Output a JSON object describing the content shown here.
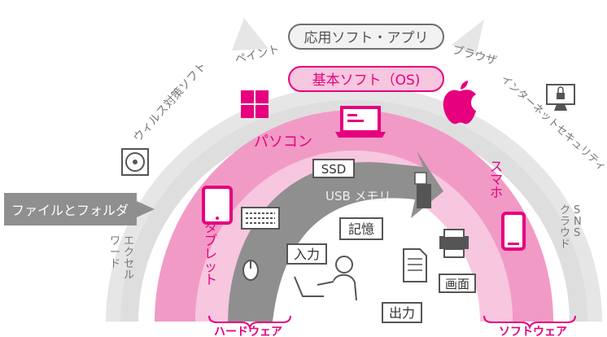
{
  "layers": {
    "application": {
      "title": "応用ソフト・アプリ",
      "examples": {
        "paint": "ペイント",
        "antivirus": "ウィルス対策ソフト",
        "browser": "ブラウザ",
        "internet_security": "インターネットセキュリティ",
        "sns": "SNS",
        "cloud": "クラウド",
        "excel": "エクセル",
        "word": "ワード"
      }
    },
    "os": {
      "title": "基本ソフト（OS)",
      "examples": {
        "pc": "パソコン",
        "tablet": "タブレット",
        "smartphone": "スマホ"
      }
    },
    "hardware": {
      "storage": {
        "ssd": "SSD",
        "usb": "USB メモリ"
      },
      "functions": {
        "memory": "記憶",
        "input": "入力",
        "output": "出力",
        "screen": "画面"
      }
    }
  },
  "callout": {
    "files_and_folders": "ファイルとフォルダ"
  },
  "footer": {
    "hardware_label": "ハードウェア",
    "software_label": "ソフトウェア"
  },
  "colors": {
    "outer_ring": "#e8e8e8",
    "outer_band": "#d3d3d3",
    "os_ring": "#f49bc8",
    "inner_ring": "#f7c7df",
    "hardware_arc": "#8f8f8f",
    "accent": "#e6007e",
    "text_gray": "#707070"
  },
  "icons": {
    "windows": "windows-logo-icon",
    "apple": "apple-logo-icon",
    "disc": "disc-icon",
    "lock_monitor": "lock-monitor-icon",
    "laptop": "laptop-icon",
    "tablet": "tablet-icon",
    "smartphone": "smartphone-icon",
    "keyboard": "keyboard-icon",
    "mouse": "mouse-icon",
    "usb": "usb-stick-icon",
    "printer": "printer-icon",
    "document": "document-icon",
    "monitor": "monitor-icon",
    "person": "person-at-computer-icon"
  }
}
